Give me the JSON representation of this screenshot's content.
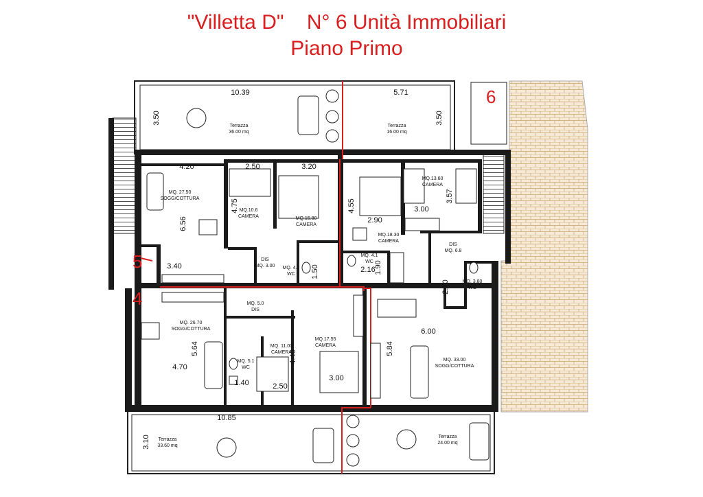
{
  "header": {
    "title_line1": "\"Villetta D\"    N° 6 Unità Immobiliari",
    "title_line2": "Piano  Primo"
  },
  "units": {
    "u4": "4",
    "u5": "5",
    "u6": "6"
  },
  "rooms": [
    {
      "id": "terr-top-left",
      "lines": [
        "Terrazza",
        "36.00 mq"
      ]
    },
    {
      "id": "terr-top-right",
      "lines": [
        "Terrazza",
        "16.00 mq"
      ]
    },
    {
      "id": "sogg-a",
      "lines": [
        "MQ. 27.50",
        "SOGG/COTTURA"
      ]
    },
    {
      "id": "cam-a1",
      "lines": [
        "MQ.10.6",
        "CAMERA"
      ]
    },
    {
      "id": "cam-a2",
      "lines": [
        "MQ.15.80",
        "CAMERA"
      ]
    },
    {
      "id": "dis-a",
      "lines": [
        "DIS",
        "MQ. 3.00"
      ]
    },
    {
      "id": "wc-a",
      "lines": [
        "MQ. 4.7",
        "WC"
      ]
    },
    {
      "id": "cam-b1",
      "lines": [
        "MQ.13.60",
        "CAMERA"
      ]
    },
    {
      "id": "cam-b2",
      "lines": [
        "MQ.18.30",
        "CAMERA"
      ]
    },
    {
      "id": "wc-b",
      "lines": [
        "MQ. 4.1",
        "WC"
      ]
    },
    {
      "id": "dis-b",
      "lines": [
        "DIS",
        "MQ. 6.8"
      ]
    },
    {
      "id": "wc-c",
      "lines": [
        "MQ. 3.80",
        "WC"
      ]
    },
    {
      "id": "dis-c",
      "lines": [
        "MQ. 5.0",
        "DIS"
      ]
    },
    {
      "id": "sogg-c",
      "lines": [
        "MQ. 26.70",
        "SOGG/COTTURA"
      ]
    },
    {
      "id": "cam-c1",
      "lines": [
        "MQ. 11.00",
        "CAMERA"
      ]
    },
    {
      "id": "cam-c2",
      "lines": [
        "MQ.17.55",
        "CAMERA"
      ]
    },
    {
      "id": "wc-d",
      "lines": [
        "MQ. 5.1",
        "WC"
      ]
    },
    {
      "id": "sogg-d",
      "lines": [
        "MQ. 33.00",
        "SOGG/COTTURA"
      ]
    },
    {
      "id": "terr-bot-left",
      "lines": [
        "Terrazza",
        "33.60 mq"
      ]
    },
    {
      "id": "terr-bot-right",
      "lines": [
        "Terrazza",
        "24.00 mq"
      ]
    }
  ],
  "dimensions": [
    "10.39",
    "5.71",
    "3.50",
    "3.50",
    "4.20",
    "2.50",
    "3.20",
    "4.75",
    "6.56",
    "4.55",
    "2.90",
    "3.00",
    "3.57",
    "3.40",
    "1.50",
    "2.16",
    "1.90",
    "2.70",
    "6.00",
    "5.64",
    "4.40",
    "5.84",
    "4.70",
    "1.40",
    "2.50",
    "3.00",
    "10.85",
    "3.10"
  ]
}
